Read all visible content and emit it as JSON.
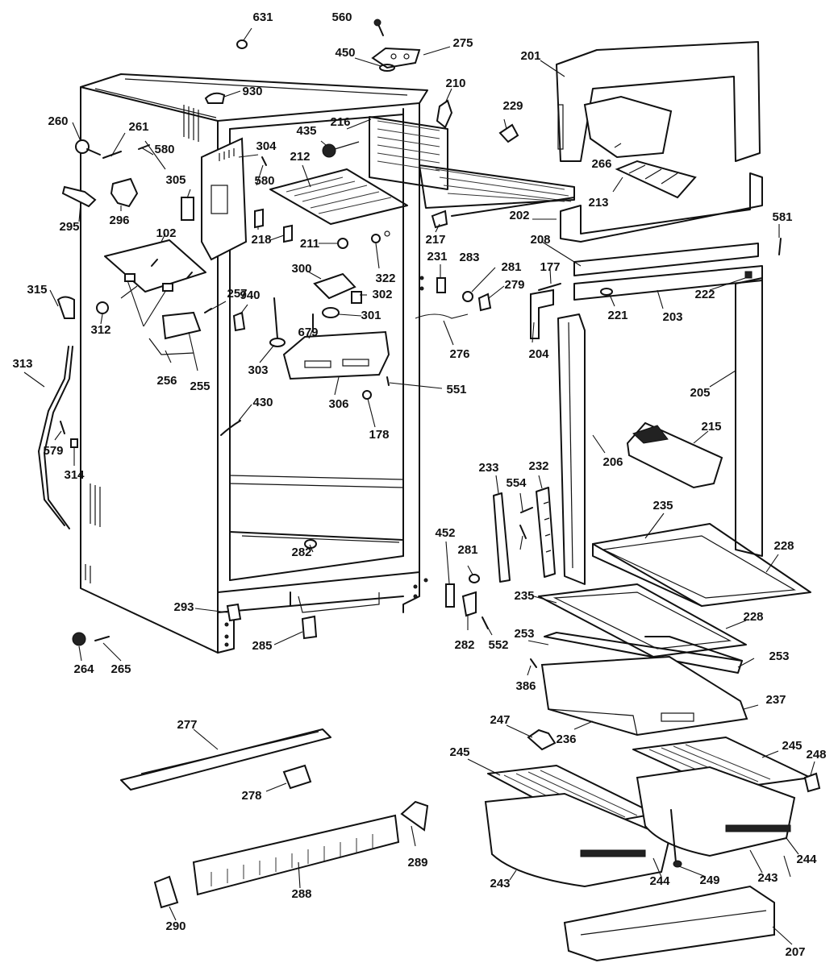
{
  "diagram": {
    "parts": [
      {
        "id": "631"
      },
      {
        "id": "560"
      },
      {
        "id": "450"
      },
      {
        "id": "275"
      },
      {
        "id": "930"
      },
      {
        "id": "210"
      },
      {
        "id": "229"
      },
      {
        "id": "201"
      },
      {
        "id": "260"
      },
      {
        "id": "261"
      },
      {
        "id": "580"
      },
      {
        "id": "304"
      },
      {
        "id": "435"
      },
      {
        "id": "216"
      },
      {
        "id": "212"
      },
      {
        "id": "305"
      },
      {
        "id": "266"
      },
      {
        "id": "213"
      },
      {
        "id": "295"
      },
      {
        "id": "296"
      },
      {
        "id": "218"
      },
      {
        "id": "211"
      },
      {
        "id": "202"
      },
      {
        "id": "217"
      },
      {
        "id": "231"
      },
      {
        "id": "283"
      },
      {
        "id": "322"
      },
      {
        "id": "581"
      },
      {
        "id": "208"
      },
      {
        "id": "281"
      },
      {
        "id": "177"
      },
      {
        "id": "279"
      },
      {
        "id": "300"
      },
      {
        "id": "302"
      },
      {
        "id": "257"
      },
      {
        "id": "315"
      },
      {
        "id": "102"
      },
      {
        "id": "312"
      },
      {
        "id": "940"
      },
      {
        "id": "301"
      },
      {
        "id": "221"
      },
      {
        "id": "203"
      },
      {
        "id": "222"
      },
      {
        "id": "679"
      },
      {
        "id": "204"
      },
      {
        "id": "276"
      },
      {
        "id": "256"
      },
      {
        "id": "255"
      },
      {
        "id": "303"
      },
      {
        "id": "306"
      },
      {
        "id": "551"
      },
      {
        "id": "313"
      },
      {
        "id": "178"
      },
      {
        "id": "430"
      },
      {
        "id": "205"
      },
      {
        "id": "215"
      },
      {
        "id": "579"
      },
      {
        "id": "314"
      },
      {
        "id": "206"
      },
      {
        "id": "233"
      },
      {
        "id": "232"
      },
      {
        "id": "235"
      },
      {
        "id": "554"
      },
      {
        "id": "228"
      },
      {
        "id": "452"
      },
      {
        "id": "293"
      },
      {
        "id": "285"
      },
      {
        "id": "282"
      },
      {
        "id": "552"
      },
      {
        "id": "253"
      },
      {
        "id": "264"
      },
      {
        "id": "265"
      },
      {
        "id": "386"
      },
      {
        "id": "237"
      },
      {
        "id": "236"
      },
      {
        "id": "247"
      },
      {
        "id": "277"
      },
      {
        "id": "245"
      },
      {
        "id": "248"
      },
      {
        "id": "278"
      },
      {
        "id": "289"
      },
      {
        "id": "249"
      },
      {
        "id": "244"
      },
      {
        "id": "243"
      },
      {
        "id": "288"
      },
      {
        "id": "290"
      },
      {
        "id": "207"
      }
    ]
  }
}
